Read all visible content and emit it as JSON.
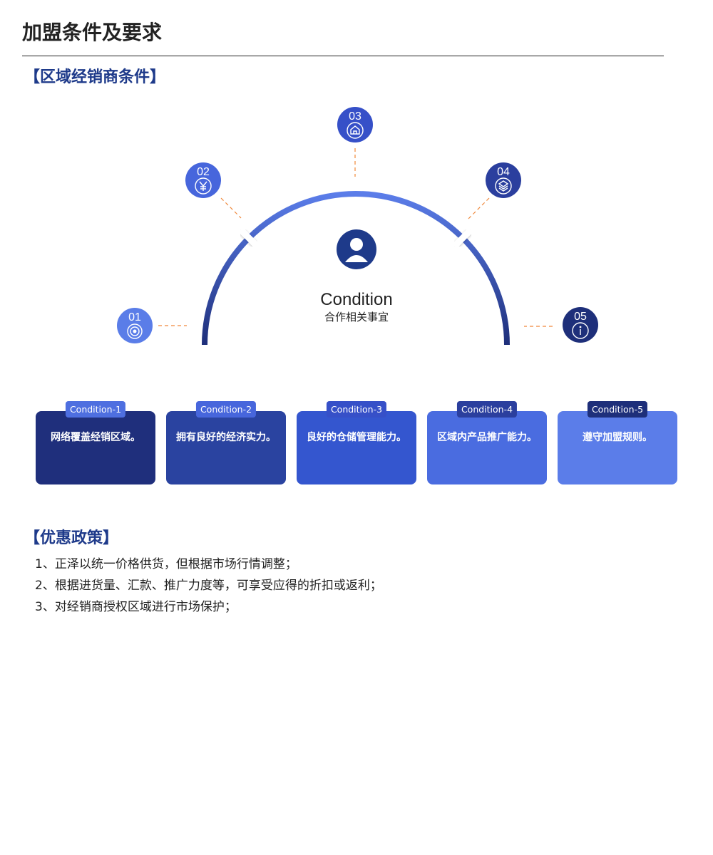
{
  "page_title": "加盟条件及要求",
  "section1_heading": "【区域经销商条件】",
  "center": {
    "title": "Condition",
    "subtitle": "合作相关事宜"
  },
  "nodes": [
    {
      "num": "01",
      "icon": "target-icon",
      "color": "#5a7de8"
    },
    {
      "num": "02",
      "icon": "yen-icon",
      "color": "#4766dc"
    },
    {
      "num": "03",
      "icon": "home-icon",
      "color": "#3650c8"
    },
    {
      "num": "04",
      "icon": "layers-icon",
      "color": "#2b3f9e"
    },
    {
      "num": "05",
      "icon": "info-icon",
      "color": "#1e2f7a"
    }
  ],
  "cards": [
    {
      "tag": "Condition-1",
      "text": "网络覆盖经销区域。",
      "color": "#1f2f7c",
      "tag_color": "#4e6fe0"
    },
    {
      "tag": "Condition-2",
      "text": "拥有良好的经济实力。",
      "color": "#2a43a0",
      "tag_color": "#4766dc"
    },
    {
      "tag": "Condition-3",
      "text": "良好的仓储管理能力。",
      "color": "#3456cf",
      "tag_color": "#3650c8"
    },
    {
      "tag": "Condition-4",
      "text": "区域内产品推广能力。",
      "color": "#4a6ce0",
      "tag_color": "#2b3f9e"
    },
    {
      "tag": "Condition-5",
      "text": "遵守加盟规则。",
      "color": "#5b7de9",
      "tag_color": "#1e2f7a"
    }
  ],
  "section2_heading": "【优惠政策】",
  "policies": [
    "1、正泽以统一价格供货，但根据市场行情调整；",
    "2、根据进货量、汇款、推广力度等，可享受应得的折扣或返利；",
    "3、对经销商授权区域进行市场保护；"
  ],
  "colors": {
    "arc_start": "#1e2f7a",
    "arc_end": "#5b7de9",
    "connector": "#f0883a",
    "avatar": "#1e3a8a"
  }
}
